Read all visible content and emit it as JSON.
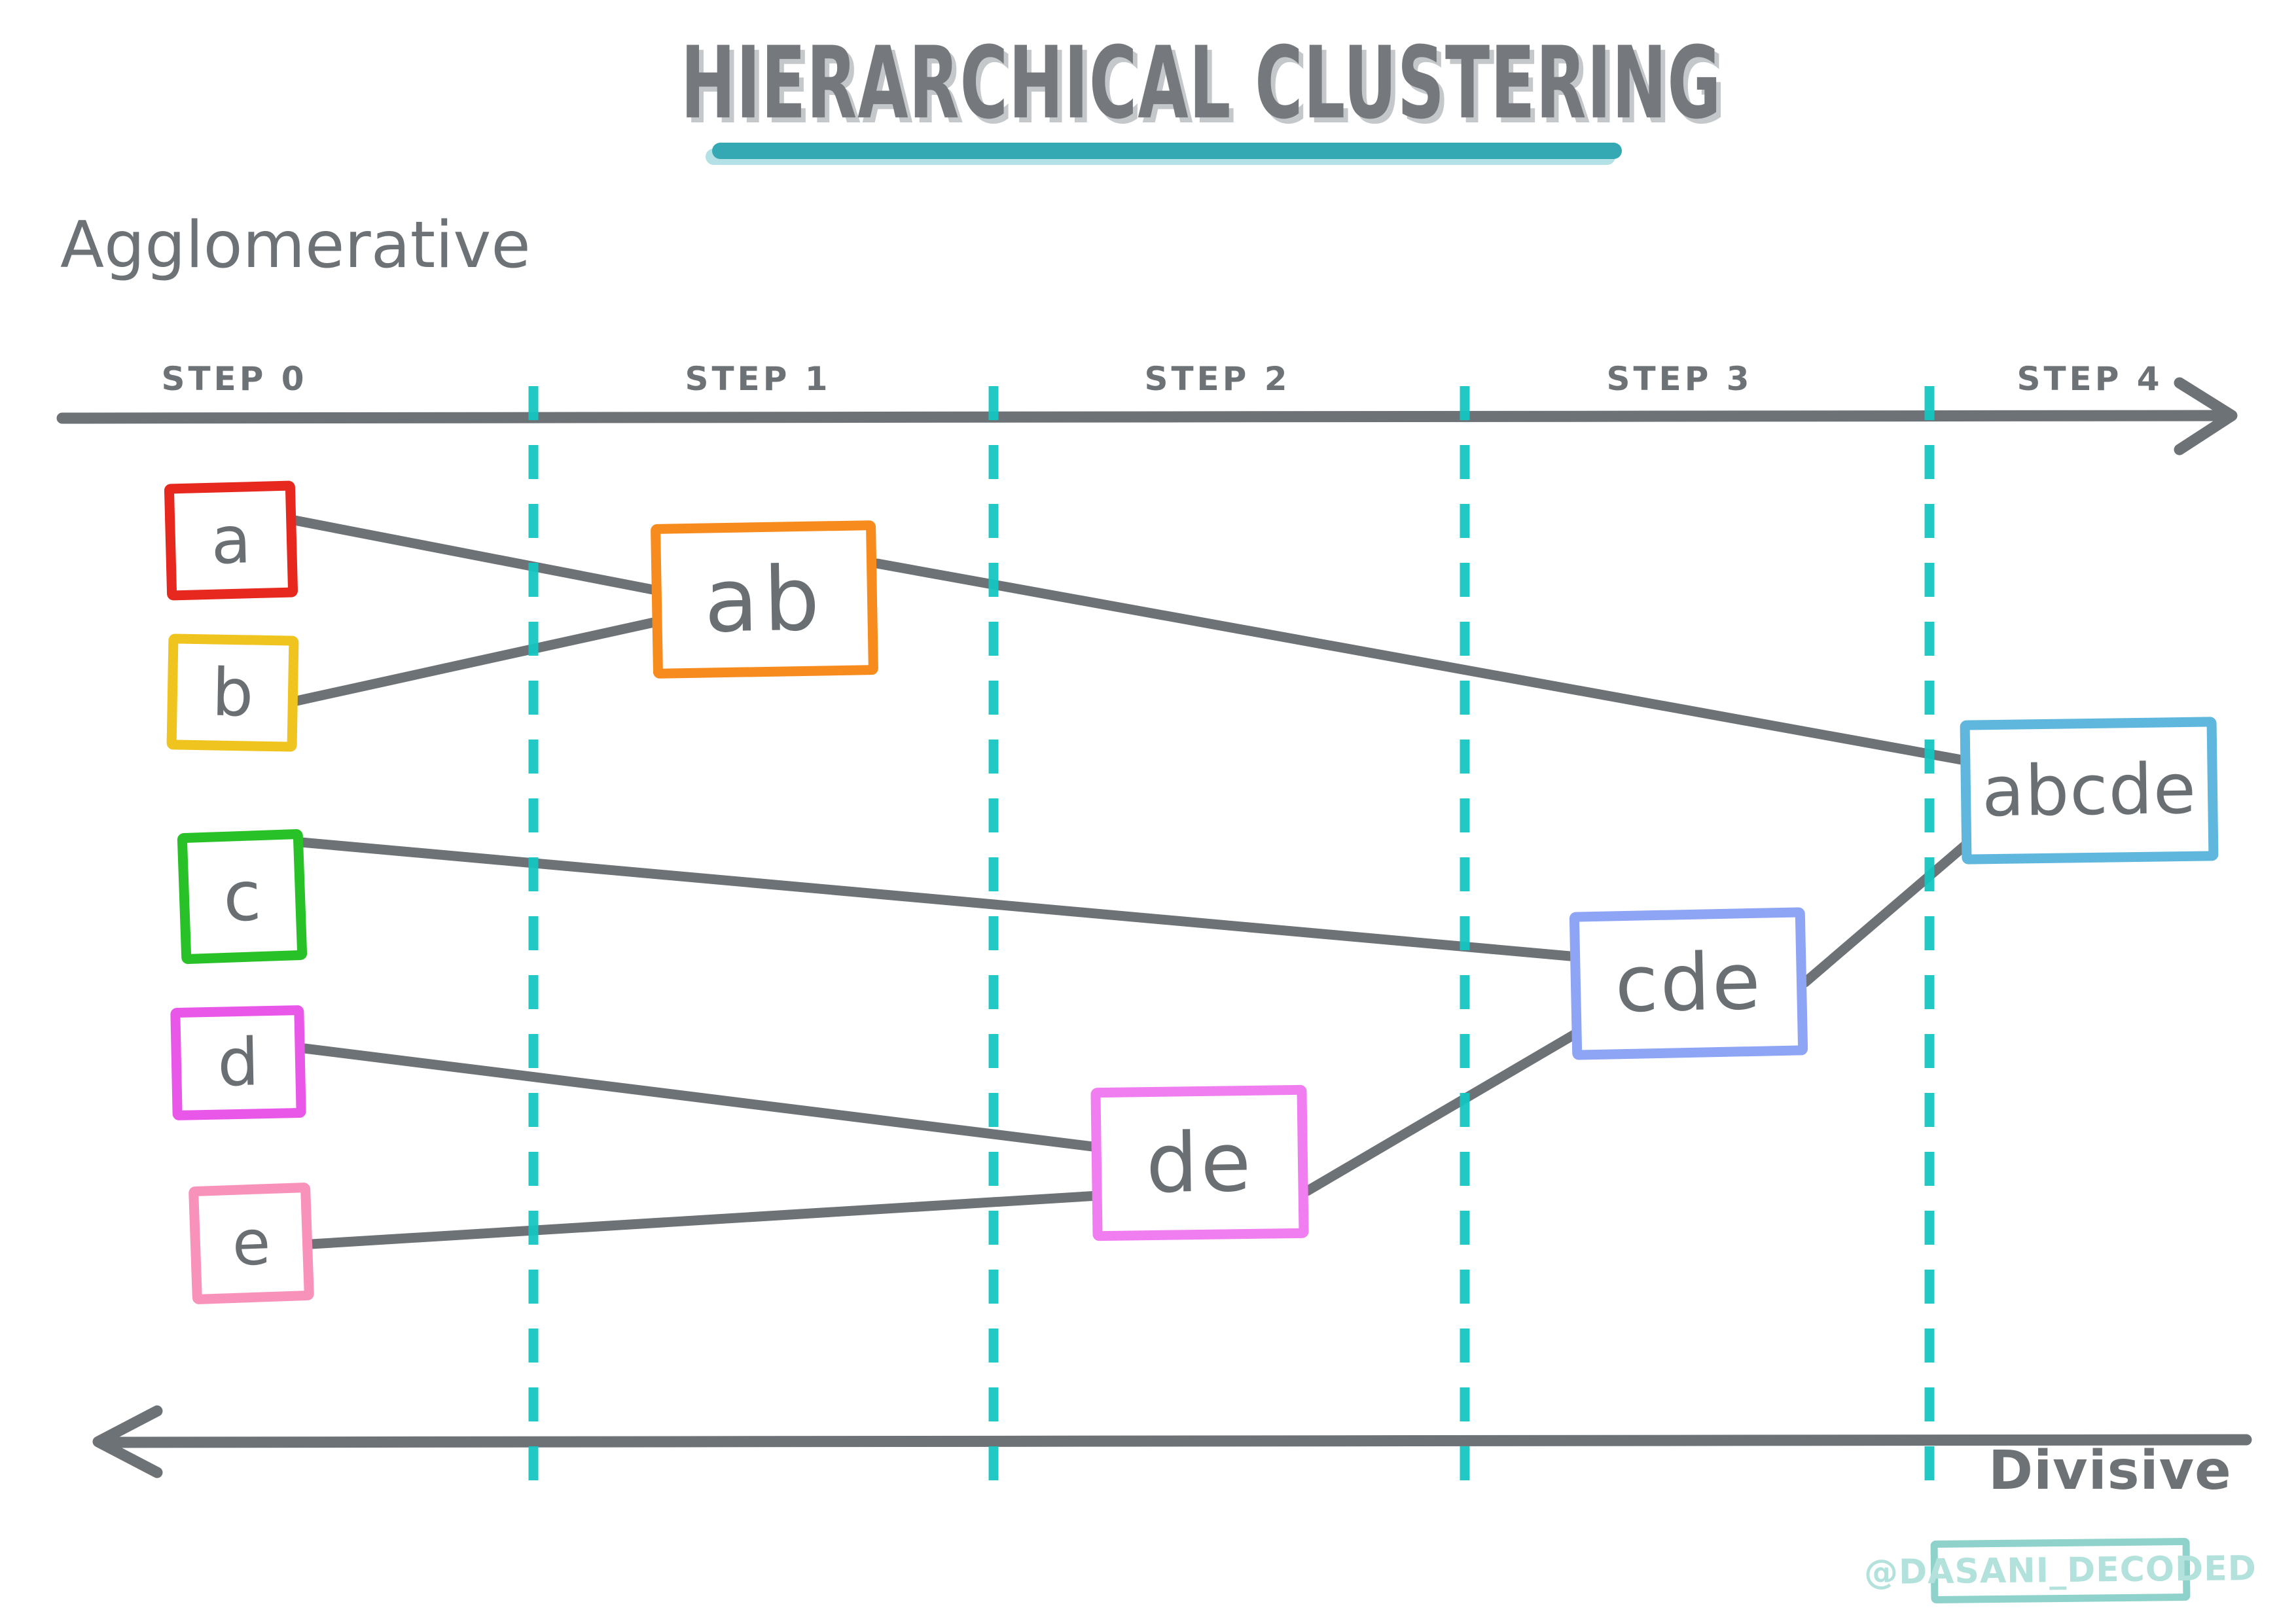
{
  "title": "HIERARCHICAL CLUSTERING",
  "methods": {
    "agglomerative": "Agglomerative",
    "divisive": "Divisive"
  },
  "timeline": {
    "steps": [
      "STEP 0",
      "STEP 1",
      "STEP 2",
      "STEP 3",
      "STEP 4"
    ],
    "agglomerative_direction": "left-to-right",
    "divisive_direction": "right-to-left"
  },
  "nodes": [
    {
      "id": "a",
      "label": "a",
      "step": 0,
      "border_color": "#e6281e"
    },
    {
      "id": "b",
      "label": "b",
      "step": 0,
      "border_color": "#f0c41f"
    },
    {
      "id": "c",
      "label": "c",
      "step": 0,
      "border_color": "#28c228"
    },
    {
      "id": "d",
      "label": "d",
      "step": 0,
      "border_color": "#e957e9"
    },
    {
      "id": "e",
      "label": "e",
      "step": 0,
      "border_color": "#f892ba"
    },
    {
      "id": "ab",
      "label": "ab",
      "step": 1,
      "border_color": "#f78b1d"
    },
    {
      "id": "de",
      "label": "de",
      "step": 2,
      "border_color": "#f07ef0"
    },
    {
      "id": "cde",
      "label": "cde",
      "step": 3,
      "border_color": "#8ea4f4"
    },
    {
      "id": "abcde",
      "label": "abcde",
      "step": 4,
      "border_color": "#5fb7de"
    }
  ],
  "edges": [
    {
      "from": "a",
      "to": "ab"
    },
    {
      "from": "b",
      "to": "ab"
    },
    {
      "from": "ab",
      "to": "abcde"
    },
    {
      "from": "c",
      "to": "cde"
    },
    {
      "from": "d",
      "to": "de"
    },
    {
      "from": "e",
      "to": "de"
    },
    {
      "from": "de",
      "to": "cde"
    },
    {
      "from": "cde",
      "to": "abcde"
    }
  ],
  "watermark": "@DASANI_DECODED",
  "colors": {
    "text_gray": "#6d7277",
    "title_gray": "#75797d",
    "title_shadow": "#c5c8ca",
    "edge_gray": "#6d7277",
    "step_divider_teal": "#15c5c1",
    "title_underline_teal": "#34a9b4",
    "watermark_border_teal": "#8ed2cb",
    "watermark_text_teal": "#b2e2db",
    "background": "#ffffff"
  }
}
